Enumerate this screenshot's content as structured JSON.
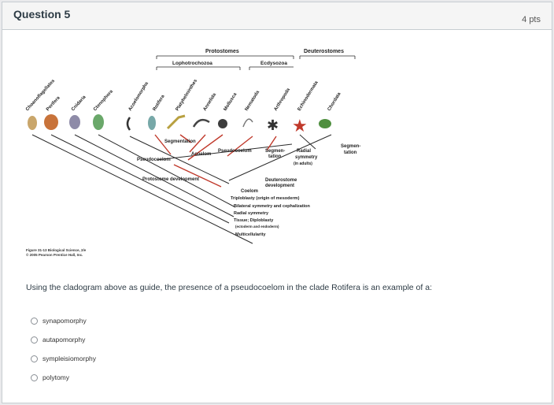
{
  "question": {
    "title": "Question 5",
    "points": "4 pts"
  },
  "figure": {
    "top_groups": {
      "protostomes": "Protostomes",
      "deuterostomes": "Deuterostomes",
      "lophotrochozoa": "Lophotrochozoa",
      "ecdysozoa": "Ecdysozoa"
    },
    "taxa": [
      "Choanoflagellates",
      "Porifera",
      "Cnidaria",
      "Ctenophora",
      "Acoelomorpha",
      "Rotifera",
      "Platyhelminthes",
      "Annelida",
      "Mollusca",
      "Nematoda",
      "Arthropoda",
      "Echinodermata",
      "Chordata"
    ],
    "traits": {
      "segmentation": "Segmentation",
      "acoelom": "Acoelom",
      "pseudocoelom_left": "Pseudocoelom",
      "pseudocoelom_right": "Pseudocoelom",
      "segmentation_arthropoda_1": "Segmen-",
      "segmentation_arthropoda_2": "tation",
      "radial_1": "Radial",
      "radial_2": "symmetry",
      "radial_3": "(in adults)",
      "segmentation_chordata_1": "Segmen-",
      "segmentation_chordata_2": "tation",
      "protostome_dev": "Protostome development",
      "deuterostome_dev_1": "Deuterostome",
      "deuterostome_dev_2": "development",
      "coelom": "Coelom",
      "triploblasty": "Triploblasty (origin of mesoderm)",
      "bilateral": "Bilateral symmetry and cephalization",
      "radial_symmetry": "Radial symmetry",
      "tissue": "Tissue; Diploblasty",
      "tissue_note": "(ectoderm and endoderm)",
      "multicellularity": "Multicellularity"
    },
    "credit_line1": "Figure 31-13 Biological Science, 2/e",
    "credit_line2": "© 2005 Pearson Prentice Hall, Inc."
  },
  "prompt": "Using the cladogram above as guide, the presence of a pseudocoelom in the clade Rotifera is an example of a:",
  "answers": [
    "synapomorphy",
    "autapomorphy",
    "sympleisiomorphy",
    "polytomy"
  ],
  "colors": {
    "accent": "#c0392b",
    "line": "#2b2b2b"
  }
}
